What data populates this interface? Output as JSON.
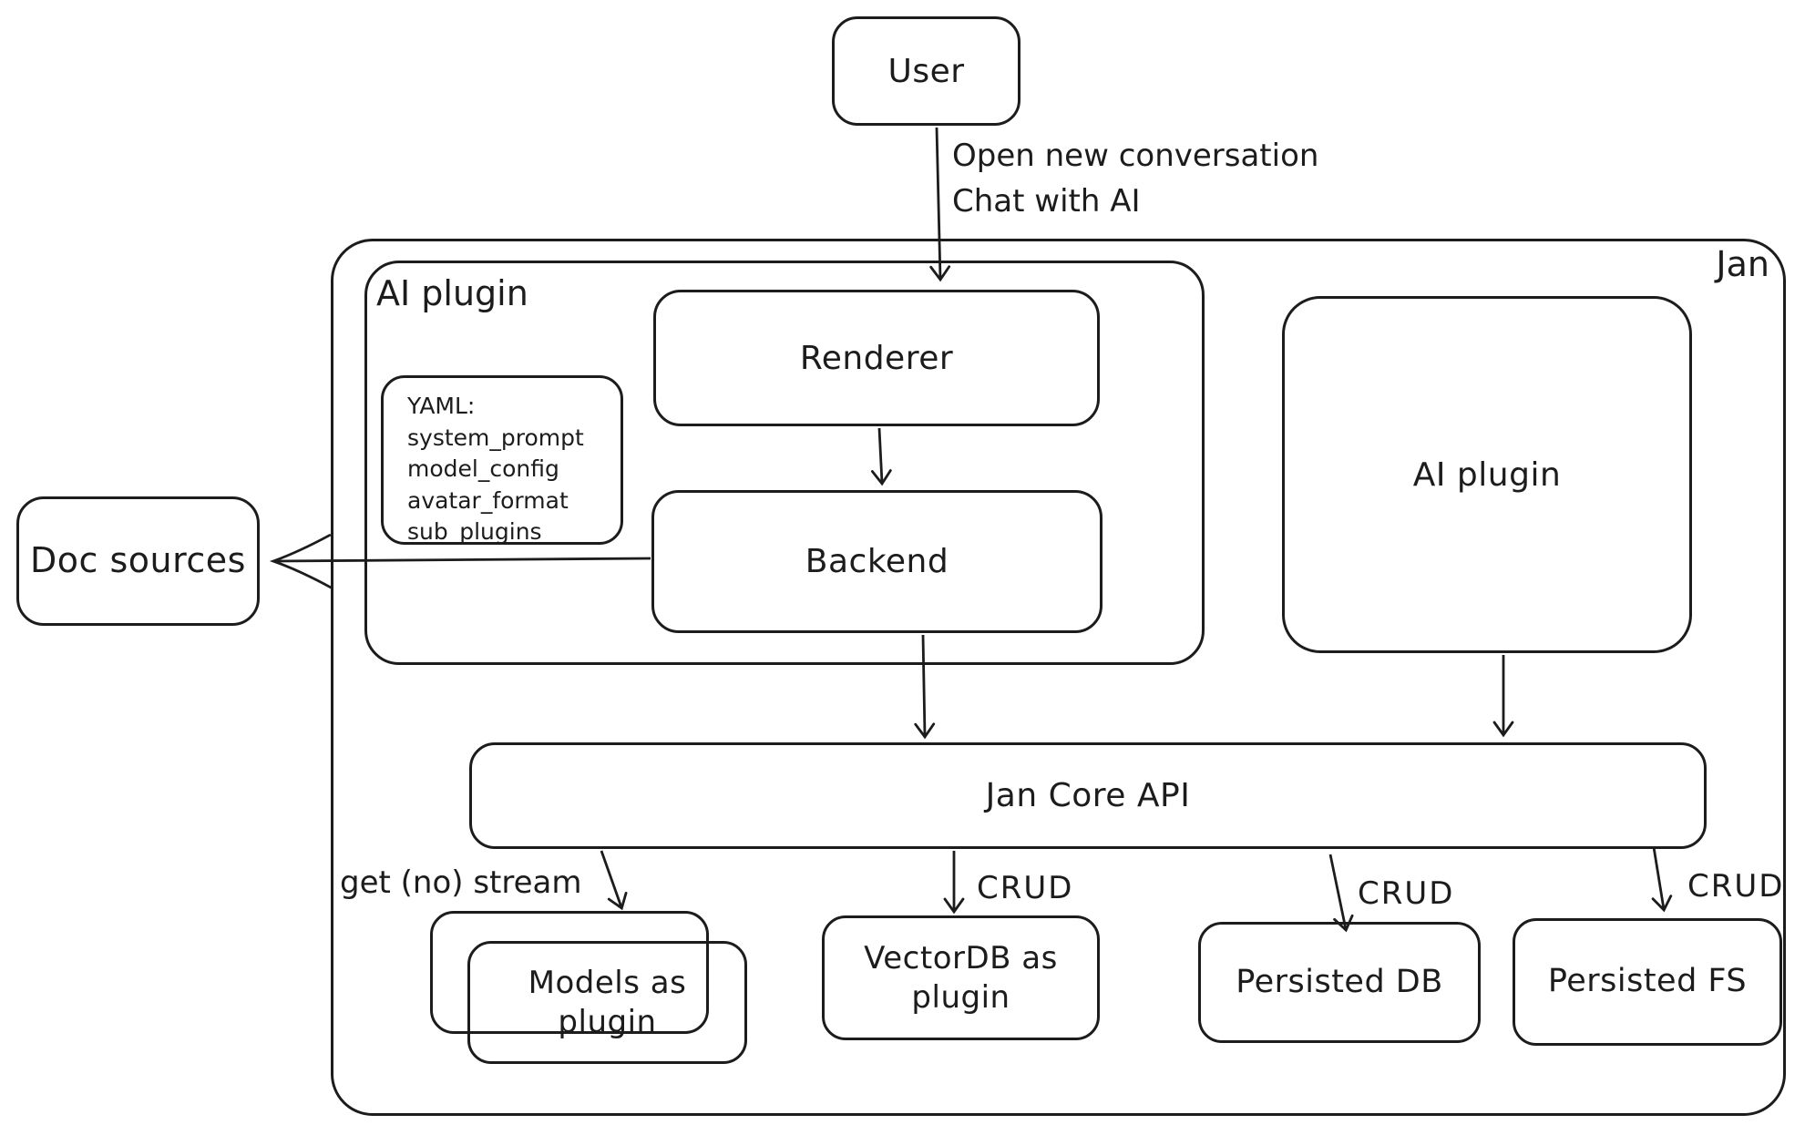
{
  "canvas": {
    "background": "#ffffff",
    "stroke_color": "#1c1c1c"
  },
  "outer_group": {
    "label": "Jan"
  },
  "groups": {
    "ai_plugin_container": "AI plugin"
  },
  "nodes": {
    "user": "User",
    "renderer": "Renderer",
    "backend": "Backend",
    "ai_plugin_right": "AI plugin",
    "doc_sources": "Doc sources",
    "jan_core_api": "Jan Core API",
    "models_as_plugin": "Models as plugin",
    "vectordb_as_plugin": "VectorDB as plugin",
    "persisted_db": "Persisted DB",
    "persisted_fs": "Persisted FS"
  },
  "yaml_note": {
    "lines": [
      "YAML:",
      "system_prompt",
      "model_config",
      "avatar_format",
      "sub_plugins"
    ]
  },
  "edge_labels": {
    "user_flow_line1": "Open new conversation",
    "user_flow_line2": "Chat with AI",
    "models_stream": "get (no) stream",
    "crud_vectordb": "CRUD",
    "crud_persisted_db": "CRUD",
    "crud_persisted_fs": "CRUD"
  }
}
